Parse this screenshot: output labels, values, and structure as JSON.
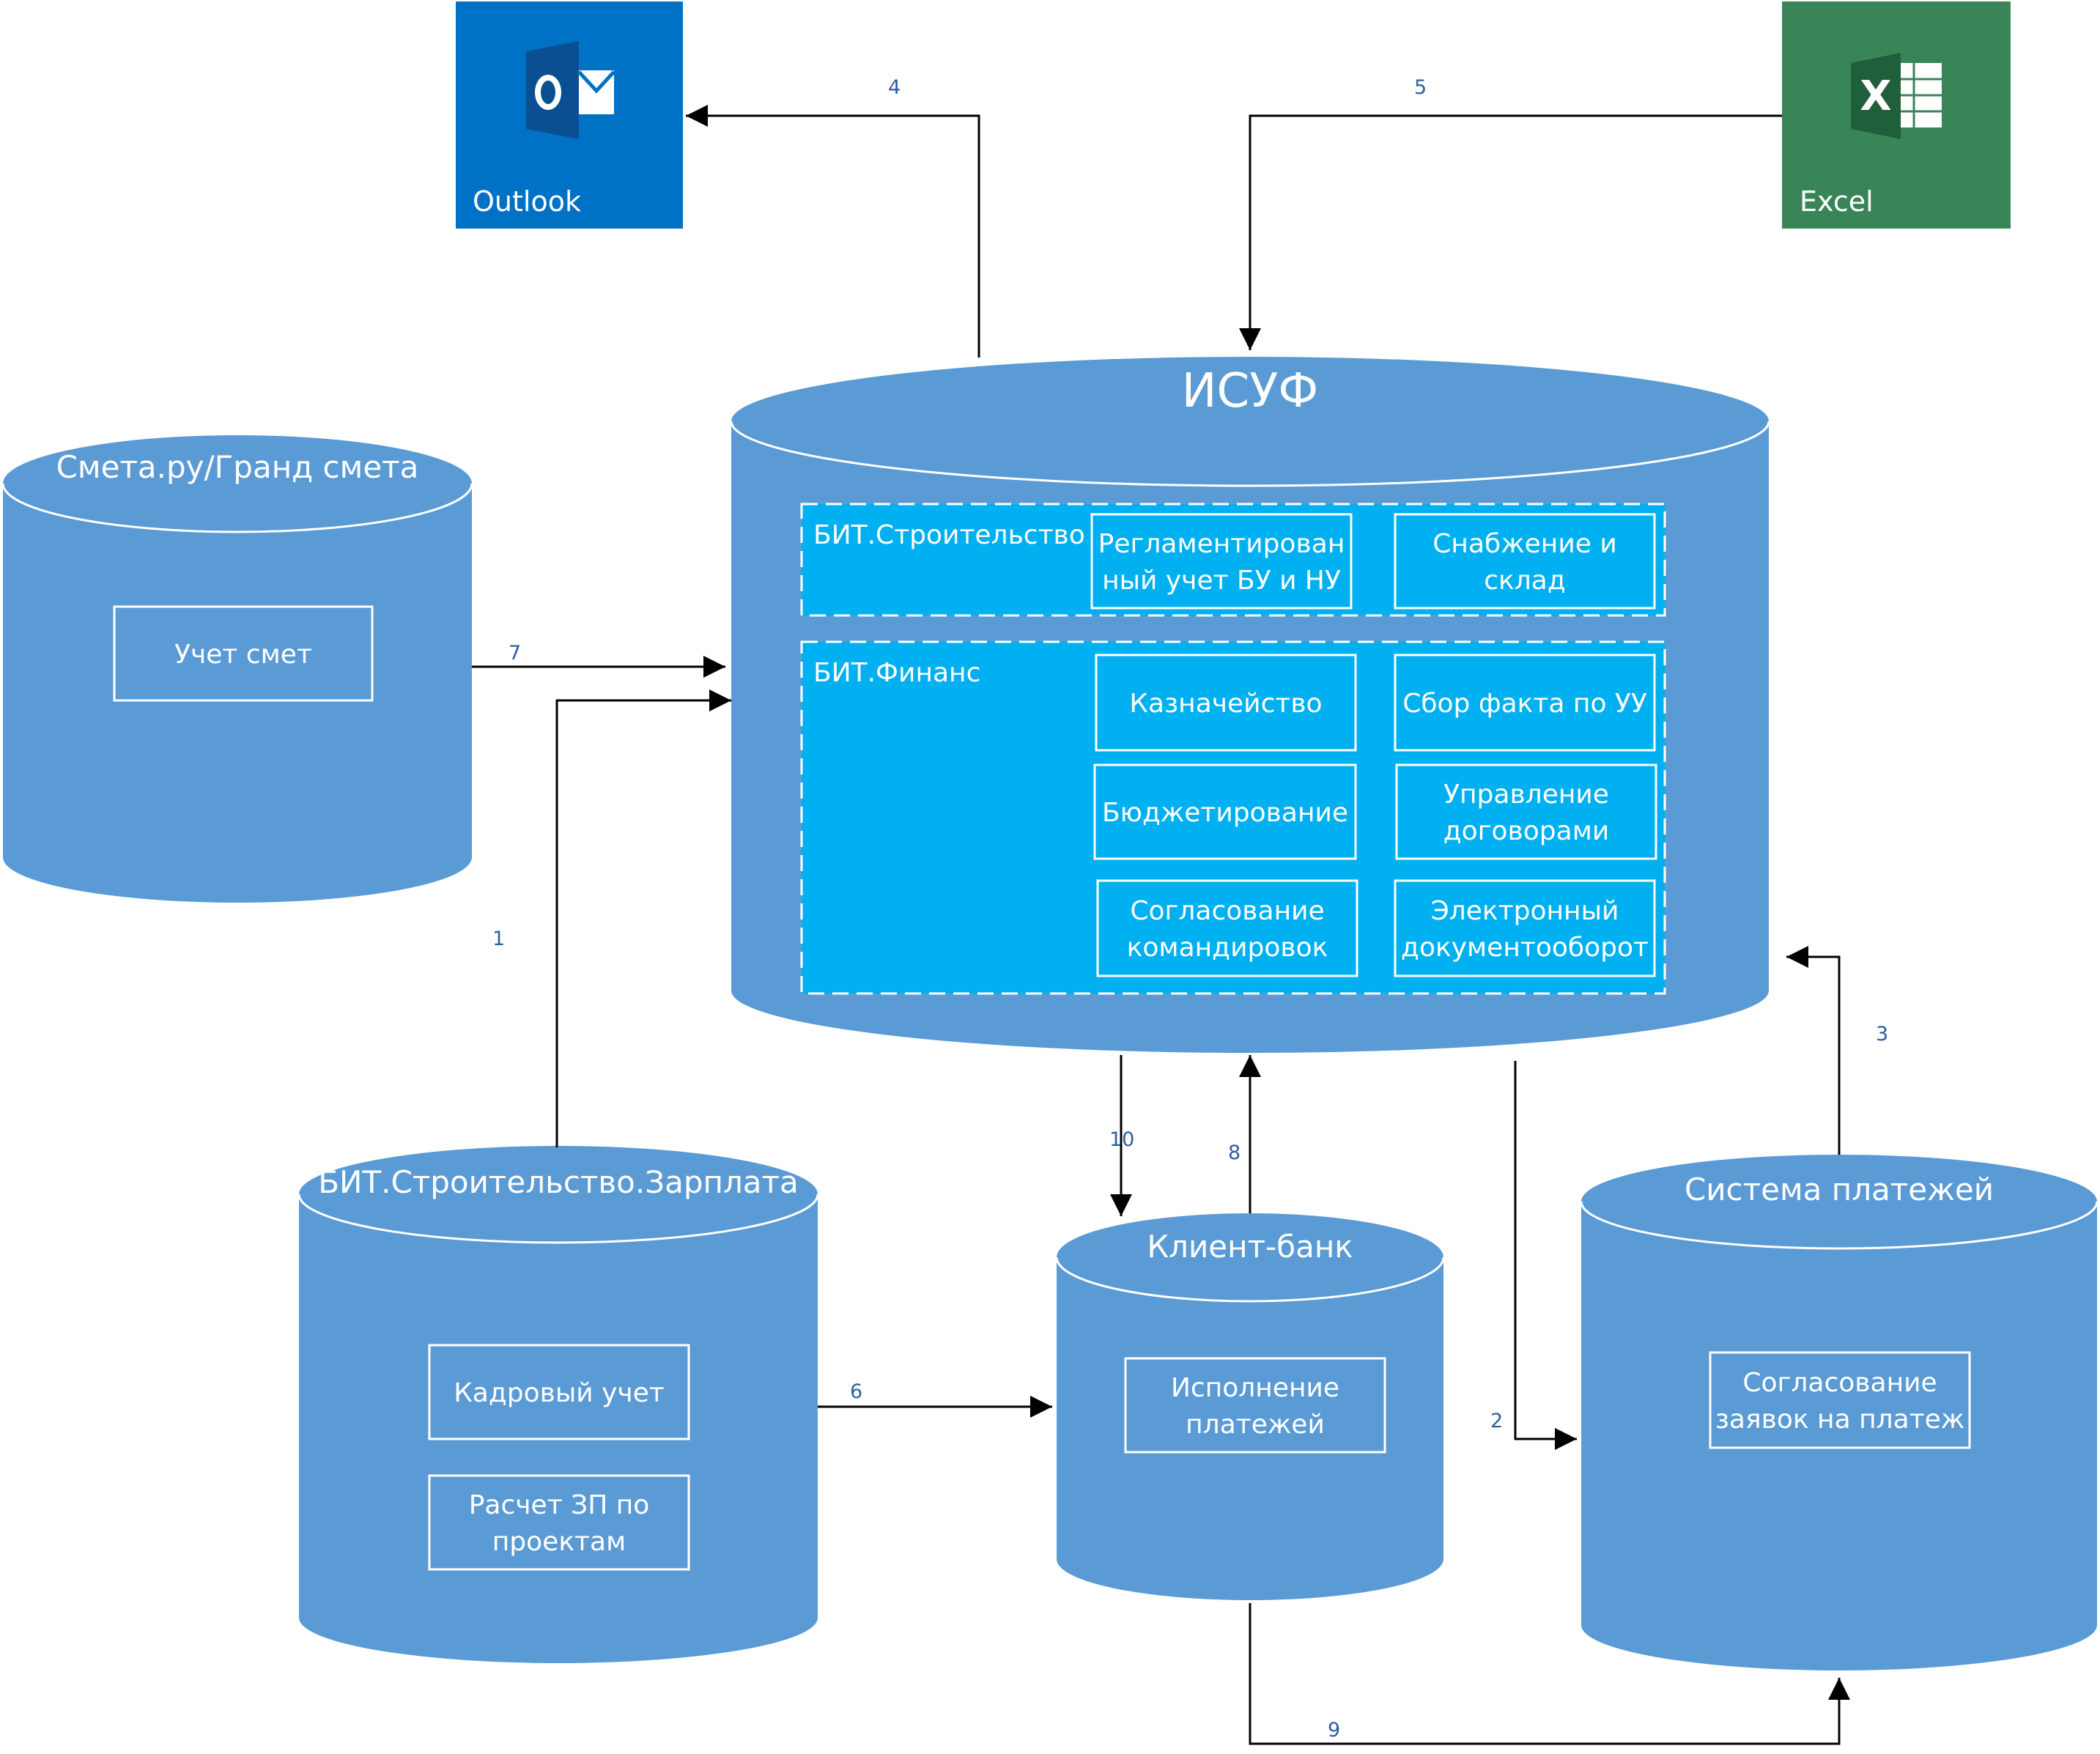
{
  "colors": {
    "cylinder": "#5b9bd5",
    "inner_panel": "#00b0f0",
    "outlook": "#0072c6",
    "excel": "#3a8558",
    "arrow": "#000000",
    "arrow_label": "#2e5e9e"
  },
  "apps": {
    "outlook": {
      "label": "Outlook",
      "icon": "outlook-icon"
    },
    "excel": {
      "label": "Excel",
      "icon": "excel-icon"
    }
  },
  "isuf": {
    "title": "ИСУФ",
    "construction": {
      "title": "БИТ.Строительство",
      "modules": [
        [
          "Регламентирован",
          "ный учет БУ и НУ"
        ],
        [
          "Снабжение и",
          "склад"
        ]
      ]
    },
    "finance": {
      "title": "БИТ.Финанс",
      "modules": [
        [
          "Казначейство"
        ],
        [
          "Сбор факта по УУ"
        ],
        [
          "Бюджетирование"
        ],
        [
          "Управление",
          "договорами"
        ],
        [
          "Согласование",
          "командировок"
        ],
        [
          "Электронный",
          "документооборот"
        ]
      ]
    }
  },
  "smeta": {
    "title": "Смета.ру/Гранд смета",
    "modules": [
      [
        "Учет смет"
      ]
    ]
  },
  "salary": {
    "title": "БИТ.Строительство.Зарплата",
    "modules": [
      [
        "Кадровый учет"
      ],
      [
        "Расчет ЗП по",
        "проектам"
      ]
    ]
  },
  "bank": {
    "title": "Клиент-банк",
    "modules": [
      [
        "Исполнение",
        "платежей"
      ]
    ]
  },
  "payments": {
    "title": "Система платежей",
    "modules": [
      [
        "Согласование",
        "заявок на платеж"
      ]
    ]
  },
  "flows": [
    "1",
    "2",
    "3",
    "4",
    "5",
    "6",
    "7",
    "8",
    "9",
    "10"
  ]
}
